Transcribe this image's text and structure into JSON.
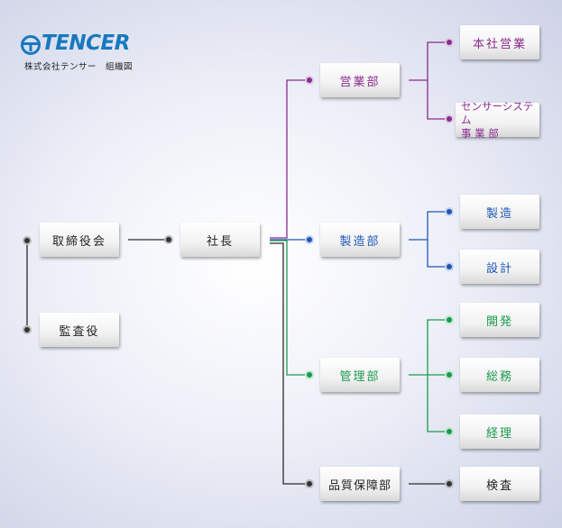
{
  "logo": {
    "wordmark": "TENCER",
    "subtitle": "株式会社テンサー　組織図",
    "color": "#1779bf"
  },
  "colors": {
    "purple": "#8a2b8f",
    "blue": "#1f57b6",
    "green": "#1a9a4e",
    "dark": "#2b2b2b"
  },
  "nodes": {
    "board": "取締役会",
    "auditor": "監査役",
    "president": "社長",
    "sales": "営業部",
    "honsha_sales": "本社営業",
    "sensor_system": "センサーシステム\n事 業 部",
    "manufacturing": "製造部",
    "production": "製造",
    "design": "設計",
    "admin": "管理部",
    "development": "開発",
    "general_affairs": "総務",
    "accounting": "経理",
    "qa": "品質保障部",
    "inspection": "検査"
  }
}
